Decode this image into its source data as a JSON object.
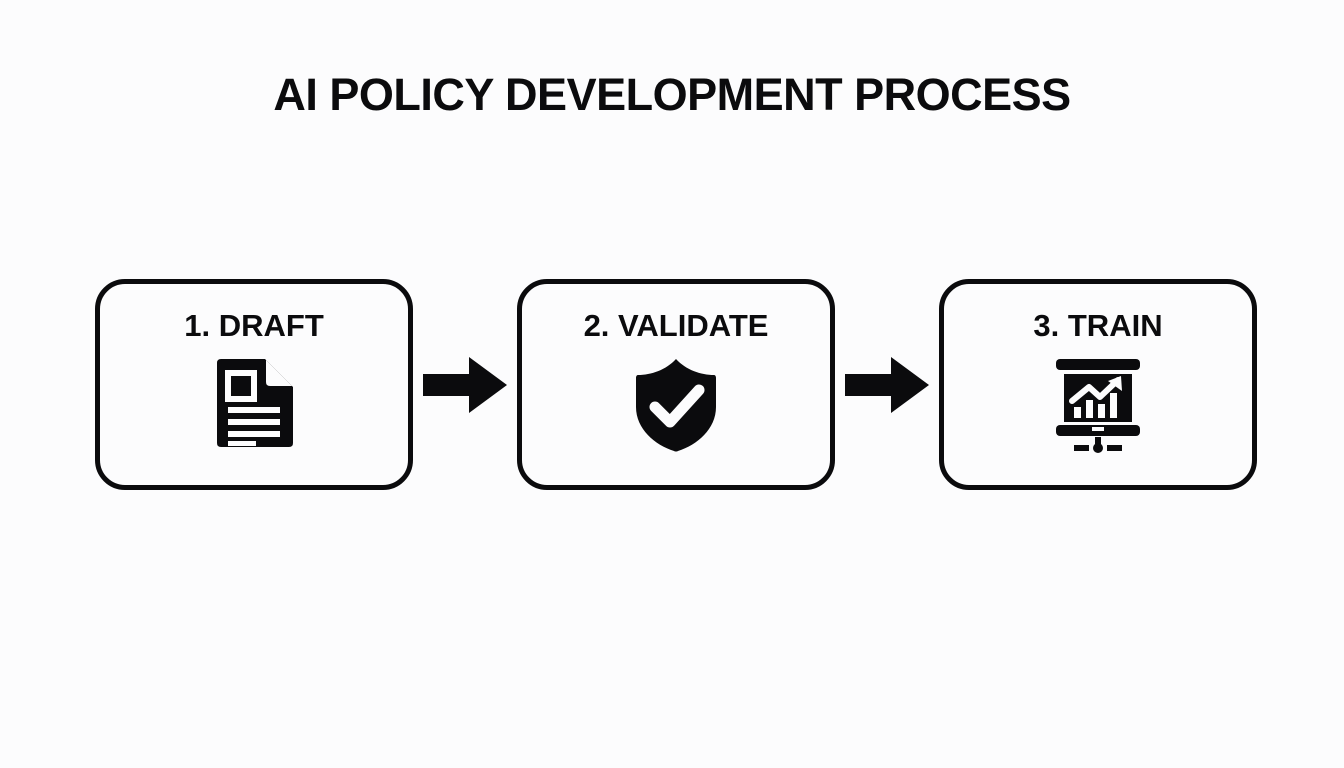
{
  "slide": {
    "title": "AI POLICY DEVELOPMENT PROCESS",
    "background_color": "#fcfcfd",
    "ink_color": "#0b0b0d"
  },
  "diagram": {
    "type": "process-flow",
    "orientation": "horizontal",
    "step_count": 3,
    "steps": [
      {
        "label": "1. DRAFT",
        "number": "1",
        "name": "DRAFT",
        "icon": "document-icon"
      },
      {
        "label": "2. VALIDATE",
        "number": "2",
        "name": "VALIDATE",
        "icon": "shield-check-icon"
      },
      {
        "label": "3. TRAIN",
        "number": "3",
        "name": "TRAIN",
        "icon": "presentation-chart-icon"
      }
    ],
    "connectors": [
      {
        "icon": "arrow-right-icon",
        "from": "1. DRAFT",
        "to": "2. VALIDATE"
      },
      {
        "icon": "arrow-right-icon",
        "from": "2. VALIDATE",
        "to": "3. TRAIN"
      }
    ]
  }
}
